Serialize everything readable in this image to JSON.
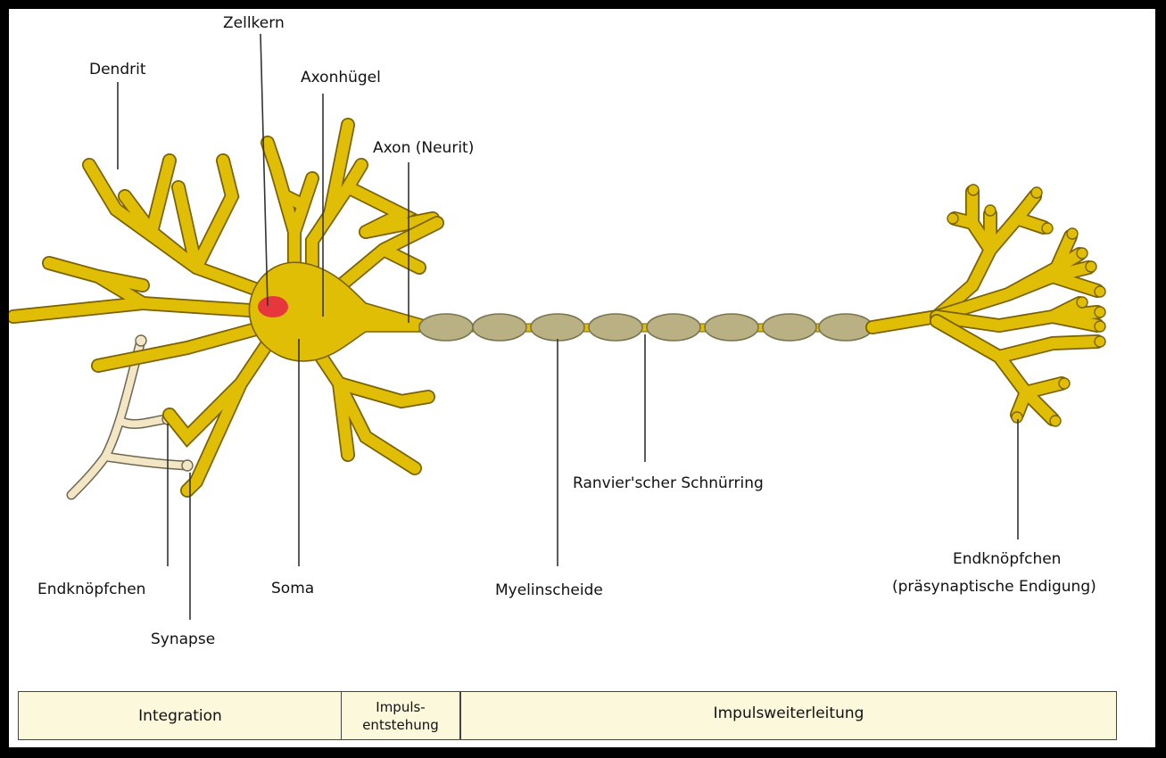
{
  "labels": {
    "zellkern": "Zellkern",
    "dendrit": "Dendrit",
    "axonhuegel": "Axonhügel",
    "axon": "Axon (Neurit)",
    "endknoepfchen_left": "Endknöpfchen",
    "synapse": "Synapse",
    "soma": "Soma",
    "myelinscheide": "Myelinscheide",
    "ranvier": "Ranvier'scher Schnürring",
    "endknoepfchen_right_line1": "Endknöpfchen",
    "endknoepfchen_right_line2": "(präsynaptische Endigung)"
  },
  "phases": {
    "integration": "Integration",
    "impuls_line1": "Impuls-",
    "impuls_line2": "entstehung",
    "weiterleitung": "Impulsweiterleitung"
  },
  "colors": {
    "neuron": "#e1be06",
    "outline": "#7a6200",
    "nucleus": "#e6383c",
    "myelin": "#b9b183",
    "phase_fill": "#fbf8dc",
    "frame": "#000000"
  }
}
